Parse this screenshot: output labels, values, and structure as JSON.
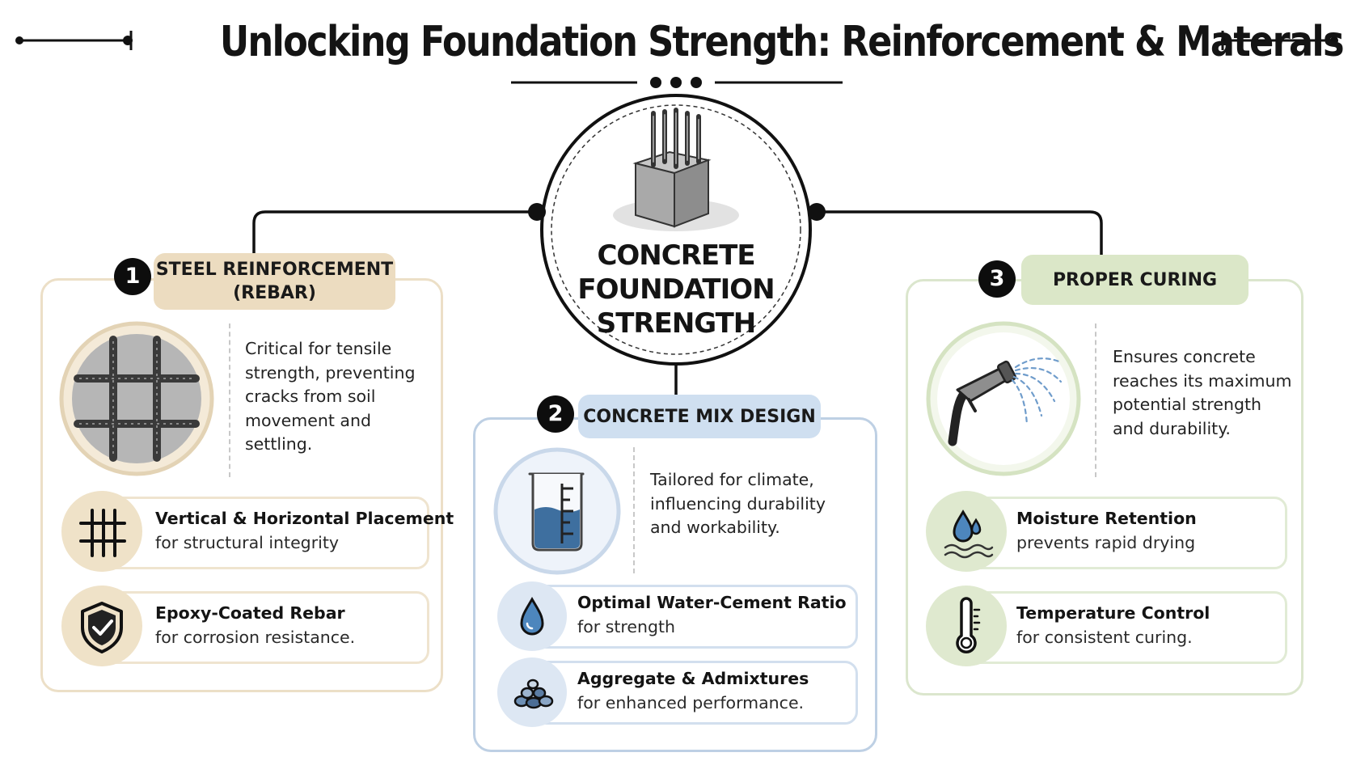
{
  "title": "Unlocking Foundation Strength: Reinforcement & Materals",
  "center": {
    "line1": "CONCRETE",
    "line2": "FOUNDATION",
    "line3": "STRENGTH",
    "icon": "concrete-block-with-rebar-icon"
  },
  "sections": [
    {
      "number": "1",
      "title_line1": "STEEL REINFORCEMENT",
      "title_line2": "(REBAR)",
      "icon": "rebar-grid-icon",
      "description": [
        "Critical for tensile",
        "strength, preventing",
        "cracks from soil",
        "movement and",
        "settling."
      ],
      "items": [
        {
          "title": "Vertical & Horizontal Placement",
          "subtitle": "for structural integrity",
          "icon": "grid-placement-icon"
        },
        {
          "title": "Epoxy-Coated Rebar",
          "subtitle": "for corrosion resistance.",
          "icon": "shield-check-icon"
        }
      ],
      "color": "#ecdcc0"
    },
    {
      "number": "2",
      "title": "CONCRETE MIX DESIGN",
      "icon": "measuring-beaker-icon",
      "description": [
        "Tailored for climate,",
        "influencing durability",
        "and workability."
      ],
      "items": [
        {
          "title": "Optimal Water-Cement Ratio",
          "subtitle": "for strength",
          "icon": "water-drop-icon"
        },
        {
          "title": "Aggregate & Admixtures",
          "subtitle": "for enhanced performance.",
          "icon": "aggregate-stones-icon"
        }
      ],
      "color": "#cfdff0"
    },
    {
      "number": "3",
      "title": "PROPER CURING",
      "icon": "water-hose-icon",
      "description": [
        "Ensures concrete",
        "reaches its maximum",
        "potential strength",
        "and durability."
      ],
      "items": [
        {
          "title": "Moisture Retention",
          "subtitle": "prevents rapid drying",
          "icon": "moisture-drop-icon"
        },
        {
          "title": "Temperature Control",
          "subtitle": "for consistent curing.",
          "icon": "thermometer-icon"
        }
      ],
      "color": "#dbe7c8"
    }
  ]
}
